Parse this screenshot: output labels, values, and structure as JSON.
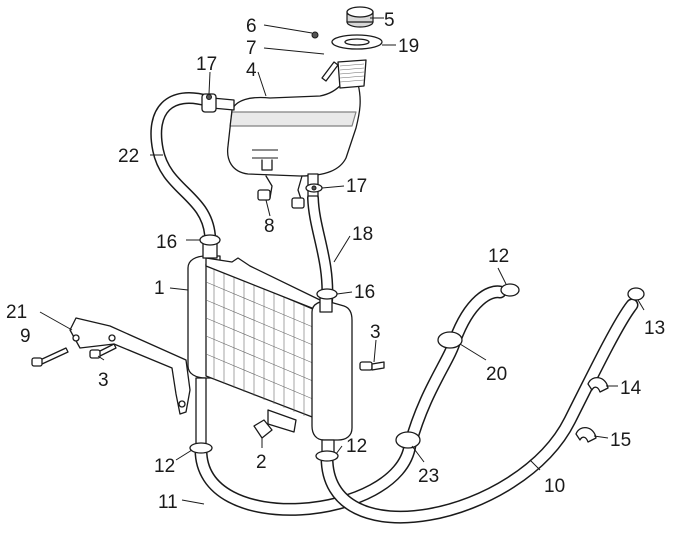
{
  "callouts": {
    "c1": "1",
    "c2": "2",
    "c3a": "3",
    "c3b": "3",
    "c4": "4",
    "c5": "5",
    "c6": "6",
    "c7": "7",
    "c8": "8",
    "c9": "9",
    "c10": "10",
    "c11": "11",
    "c12a": "12",
    "c12b": "12",
    "c12c": "12",
    "c13": "13",
    "c14": "14",
    "c15": "15",
    "c16a": "16",
    "c16b": "16",
    "c17a": "17",
    "c17b": "17",
    "c18": "18",
    "c19": "19",
    "c20": "20",
    "c21": "21",
    "c22": "22",
    "c23": "23"
  }
}
